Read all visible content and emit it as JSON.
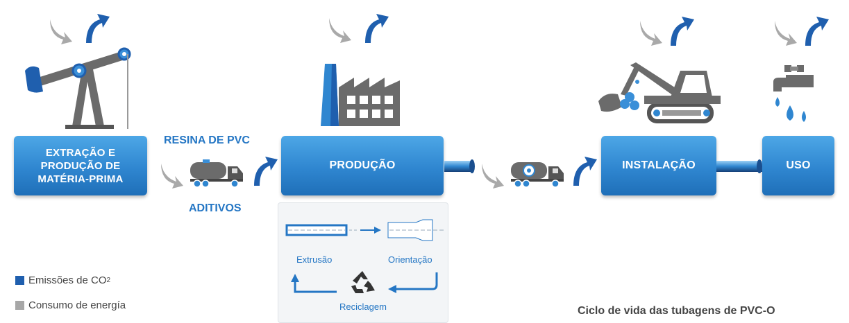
{
  "stages": {
    "extraction": "EXTRAÇÃO E\nPRODUÇÃO DE\nMATÉRIA-PRIMA",
    "production": "PRODUÇÃO",
    "installation": "INSTALAÇÃO",
    "use": "USO"
  },
  "transport": {
    "resin_label": "RESINA DE PVC",
    "additives_label": "ADITIVOS"
  },
  "process": {
    "extrusion": "Extrusão",
    "orientation": "Orientação",
    "recycling": "Reciclagem"
  },
  "legend": {
    "emissions_label": "Emissões de CO",
    "emissions_subscript": "2",
    "energy_label": "Consumo de energía"
  },
  "footer": {
    "title": "Ciclo de vida das tubagens de PVC-O"
  },
  "colors": {
    "emissions": "#1f5fae",
    "energy": "#a7a7a7",
    "stage_box": "#2f86d0",
    "label_blue": "#2476c4"
  },
  "icons": [
    "pumpjack-icon",
    "factory-icon",
    "excavator-icon",
    "faucet-icon",
    "tanker-truck-icon",
    "recycle-icon",
    "pipe-icon",
    "curved-arrow-icon"
  ]
}
